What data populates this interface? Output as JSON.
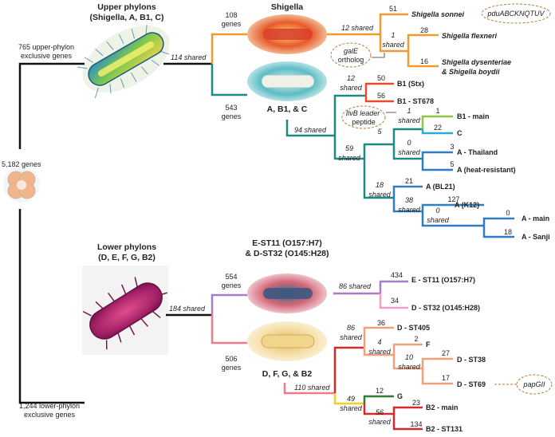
{
  "root": {
    "label": "5,182 genes"
  },
  "upper": {
    "title1": "Upper phylons",
    "title2": "(Shigella, A, B1, C)",
    "exclusive1": "765 upper-phylon",
    "exclusive2": "exclusive genes",
    "shared": "114 shared"
  },
  "lower": {
    "title1": "Lower phylons",
    "title2": "(D, E, F, G, B2)",
    "exclusive1": "1,244 lower-phylon",
    "exclusive2": "exclusive genes",
    "shared": "184 shared"
  },
  "shigella": {
    "title": "Shigella",
    "genes_num": "108",
    "genes_word": "genes",
    "shared12": "12 shared",
    "n51": "51",
    "sonnei": "Shigella sonnei",
    "pdu": "pduABCKNQTUV",
    "one": "1",
    "shared_word": "shared",
    "galE1": "galE",
    "galE2": "ortholog",
    "n28": "28",
    "flexneri": "Shigella flexneri",
    "n16": "16",
    "dys1": "Shigella dysenteriae",
    "dys2": "& Shigella boydii"
  },
  "abc": {
    "genes_num": "543",
    "genes_word": "genes",
    "title": "A, B1, & C",
    "shared94": "94 shared",
    "n12": "12",
    "shared_word": "shared",
    "n50": "50",
    "b1stx": "B1 (Stx)",
    "n56": "56",
    "b1st678": "B1 - ST678",
    "ilvB1": "IlvB leader",
    "ilvB2": "peptide",
    "n1a": "1",
    "n1b": "1",
    "b1main": "B1 - main",
    "n5": "5",
    "n22": "22",
    "c": "C",
    "n59": "59",
    "n0a": "0",
    "n3": "3",
    "athai": "A - Thailand",
    "n5b": "5",
    "aheat": "A (heat-resistant)",
    "n18": "18",
    "n21": "21",
    "abl21": "A (BL21)",
    "n38": "38",
    "n127": "127",
    "ak12": "A (K12)",
    "n0b": "0",
    "n0c": "0",
    "amain": "A - main",
    "n18b": "18",
    "asanji": "A - Sanji"
  },
  "est11": {
    "title1": "E-ST11 (O157:H7)",
    "title2": "& D-ST32 (O145:H28)",
    "genes_num": "554",
    "genes_word": "genes",
    "shared86": "86 shared",
    "n434": "434",
    "e": "E - ST11 (O157:H7)",
    "n34": "34",
    "d32": "D - ST32 (O145:H28)"
  },
  "dfg": {
    "genes_num": "506",
    "genes_word": "genes",
    "title": "D, F, G, & B2",
    "shared110": "110 shared",
    "n86": "86",
    "shared_word": "shared",
    "n36": "36",
    "d405": "D - ST405",
    "n4": "4",
    "n2": "2",
    "f": "F",
    "n10": "10",
    "n27": "27",
    "d38": "D - ST38",
    "n17": "17",
    "d69": "D - ST69",
    "pap": "papGII",
    "n49": "49",
    "n12": "12",
    "g": "G",
    "n56": "56",
    "n23": "23",
    "b2main": "B2 - main",
    "n134": "134",
    "b2st131": "B2 - ST131"
  },
  "colors": {
    "orange": "#f29a2e",
    "teal": "#1f8a84",
    "red": "#e84a2a",
    "blue": "#2f7dc4",
    "lightgreen": "#8cc63f",
    "cyan": "#29a9e0",
    "purple": "#a77cc4",
    "pink": "#f0a0c8",
    "salmon": "#f3a07a",
    "rose": "#ef7a8f",
    "yellow": "#f2d02a",
    "green": "#2e7d32",
    "crimson": "#d42a2a"
  }
}
